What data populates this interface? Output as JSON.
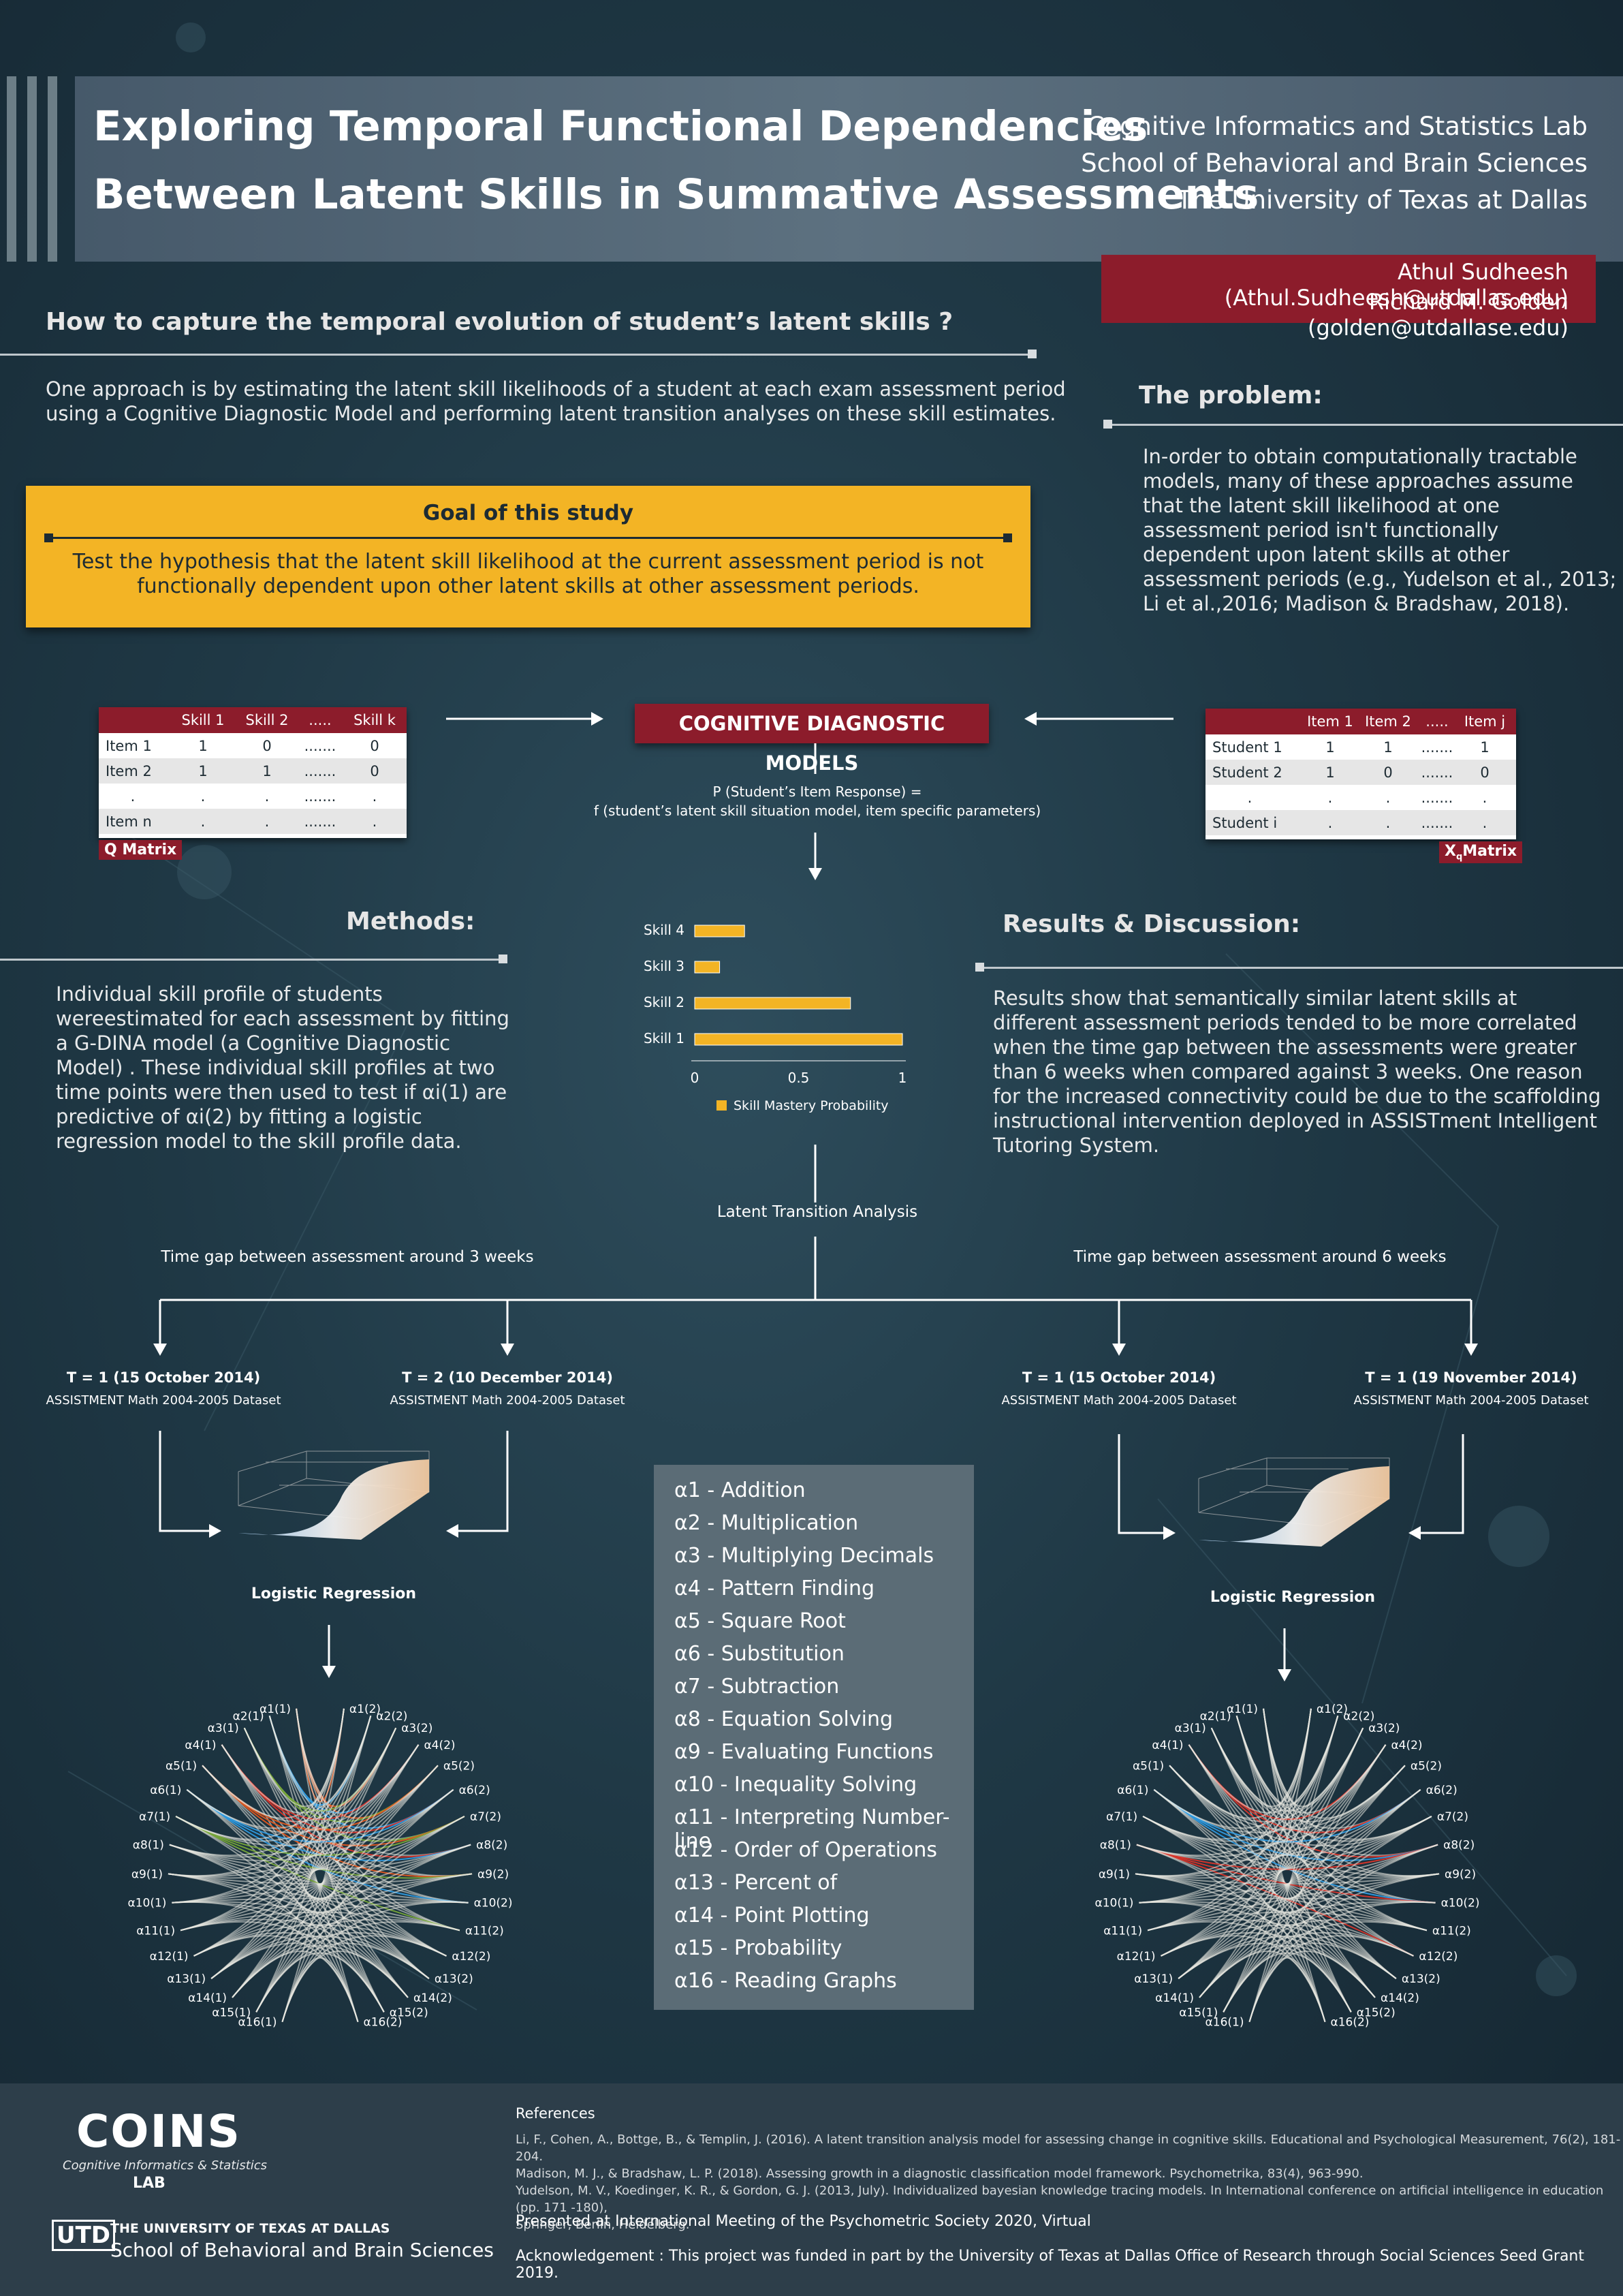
{
  "title": {
    "line1": "Exploring Temporal Functional Dependencies",
    "line2": "Between Latent Skills in Summative Assessments"
  },
  "affiliation": {
    "line1": "Cognitive Informatics and Statistics Lab",
    "line2": "School of Behavioral and Brain Sciences",
    "line3": "The University of Texas at Dallas"
  },
  "authors": {
    "author1": "Athul Sudheesh (Athul.Sudheesh@utdallas.edu)",
    "author2": "Richard M. Golden (golden@utdallase.edu)"
  },
  "question": {
    "heading": "How to capture the temporal evolution of student’s latent skills ?",
    "line1": "One approach is by estimating the latent skill likelihoods of a student at each exam assessment period",
    "line2": "using a Cognitive Diagnostic Model and performing latent  transition analyses on these skill estimates."
  },
  "goal": {
    "heading": "Goal of this study",
    "line1": "Test the hypothesis that the latent skill likelihood at the current assessment period is not",
    "line2": "functionally dependent upon other latent skills at other assessment periods."
  },
  "problem": {
    "heading": "The problem:",
    "lines": [
      "In-order to obtain computationally tractable",
      "models, many of  these approaches assume",
      "that the latent skill likelihood at one",
      "assessment period isn't functionally",
      "dependent upon latent skills at other",
      "assessment periods (e.g., Yudelson et al., 2013;",
      "Li et al.,2016; Madison & Bradshaw, 2018)."
    ]
  },
  "q_matrix": {
    "label": "Q Matrix",
    "headers": [
      "Skill 1",
      "Skill 2",
      ".....",
      "Skill k"
    ],
    "rows": [
      [
        "Item 1",
        "1",
        "0",
        ".......",
        "0"
      ],
      [
        "Item 2",
        "1",
        "1",
        ".......",
        "0"
      ],
      [
        ".",
        ".",
        ".",
        ".......",
        "."
      ],
      [
        "Item n",
        ".",
        ".",
        ".......",
        "."
      ]
    ]
  },
  "x_matrix": {
    "label_prefix": "X",
    "label_sub": "q",
    "label_suffix": "Matrix",
    "headers": [
      "Item 1",
      "Item 2",
      ".....",
      "Item j"
    ],
    "rows": [
      [
        "Student 1",
        "1",
        "1",
        ".......",
        "1"
      ],
      [
        "Student 2",
        "1",
        "0",
        ".......",
        "0"
      ],
      [
        ".",
        ".",
        ".",
        ".......",
        "."
      ],
      [
        "Student i",
        ".",
        ".",
        ".......",
        "."
      ]
    ]
  },
  "cdm": {
    "title": "COGNITIVE DIAGNOSTIC MODELS",
    "formula_line1": "P (Student’s Item Response) =",
    "formula_line2": "f (student’s latent skill situation model, item specific parameters)"
  },
  "chart_data": {
    "type": "bar",
    "orientation": "horizontal",
    "categories": [
      "Skill 1",
      "Skill 2",
      "Skill 3",
      "Skill 4"
    ],
    "values": [
      1.0,
      0.75,
      0.12,
      0.24
    ],
    "xlim": [
      0,
      1
    ],
    "xticks": [
      "0",
      "0.5",
      "1"
    ],
    "legend": "Skill Mastery Probability",
    "bar_color": "#f3b425"
  },
  "methods": {
    "heading": "Methods:",
    "lines": [
      "Individual skill profile of students",
      "wereestimated for each assessment by fitting",
      "a G-DINA model (a Cognitive Diagnostic",
      "Model) . These individual skill profiles at two",
      "time points were then used to test if αi(1) are",
      "predictive of αi(2) by fitting a logistic",
      "regression model to the skill profile data."
    ]
  },
  "results": {
    "heading": "Results & Discussion:",
    "lines": [
      "Results show that semantically similar latent skills at",
      "different assessment periods tended to be more correlated",
      "when the time gap between the assessments were greater",
      "than 6 weeks when compared against 3 weeks. One reason",
      "for the increased connectivity could be due to the scaffolding",
      "instructional intervention deployed in ASSISTment Intelligent",
      "Tutoring System."
    ]
  },
  "lta": {
    "label": "Latent Transition Analysis",
    "gap_left": "Time gap between assessment around 3 weeks",
    "gap_right": "Time gap between assessment around 6 weeks"
  },
  "periods": [
    {
      "title": "T = 1 (15 October 2014)",
      "dataset": "ASSISTMENT Math 2004-2005 Dataset"
    },
    {
      "title": "T = 2 (10 December 2014)",
      "dataset": "ASSISTMENT Math 2004-2005 Dataset"
    },
    {
      "title": "T = 1 (15 October 2014)",
      "dataset": "ASSISTMENT Math 2004-2005 Dataset"
    },
    {
      "title": "T = 1 (19 November 2014)",
      "dataset": "ASSISTMENT Math 2004-2005 Dataset"
    }
  ],
  "logistic_label": "Logistic Regression",
  "skills": [
    "α1 -  Addition",
    "α2 -  Multiplication",
    "α3 - Multiplying Decimals",
    "α4 - Pattern Finding",
    "α5 - Square Root",
    "α6 - Substitution",
    "α7 - Subtraction",
    "α8 - Equation Solving",
    "α9 - Evaluating Functions",
    "α10 - Inequality Solving",
    "α11 - Interpreting Number-line",
    "α12 - Order of Operations",
    "α13 - Percent of",
    "α14 - Point Plotting",
    "α15 - Probability",
    "α16 - Reading Graphs"
  ],
  "network": {
    "node_prefix": "α",
    "t1_suffix": "(1)",
    "t2_suffix": "(2)"
  },
  "footer": {
    "logo_main": "COINS",
    "logo_sub": "Cognitive Informatics & Statistics",
    "logo_lab": "LAB",
    "univ_line1": "THE UNIVERSITY OF TEXAS AT DALLAS",
    "univ_line2": "School of Behavioral and Brain Sciences",
    "utd_mark": "UTD",
    "refs_heading": "References",
    "refs": [
      "Li, F., Cohen, A., Bottge, B., & Templin, J. (2016). A latent transition analysis model for assessing change in cognitive skills. Educational and Psychological Measurement, 76(2), 181-204.",
      "Madison, M. J., & Bradshaw, L. P. (2018). Assessing growth in a diagnostic classification model framework. Psychometrika, 83(4), 963-990.",
      "Yudelson, M. V., Koedinger, K. R., & Gordon, G. J. (2013, July). Individualized bayesian knowledge tracing models. In International conference on artificial intelligence in education  (pp. 171 -180),",
      "Springer, Berlin, Heidelberg."
    ],
    "presented": "Presented at International Meeting of the Psychometric Society 2020, Virtual",
    "ack": "Acknowledgement  :  This project was funded in part by the University of Texas at Dallas Office of Research through Social Sciences Seed Grant 2019."
  }
}
